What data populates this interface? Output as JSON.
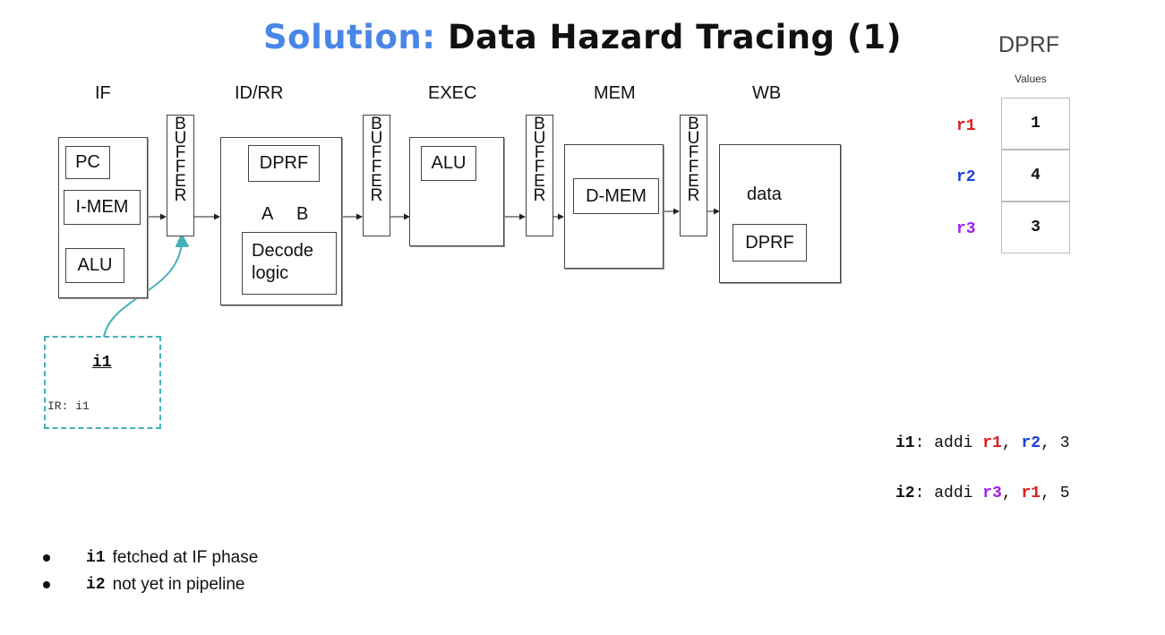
{
  "title": {
    "accent": "Solution:",
    "rest": "Data Hazard Tracing (1)"
  },
  "stages": [
    "IF",
    "ID/RR",
    "EXEC",
    "MEM",
    "WB"
  ],
  "buffer_letters": [
    "B",
    "U",
    "F",
    "F",
    "E",
    "R"
  ],
  "if_stage": {
    "pc": "PC",
    "imem": "I-MEM",
    "alu": "ALU"
  },
  "idrr_stage": {
    "dprf": "DPRF",
    "a": "A",
    "b": "B",
    "decode_line1": "Decode",
    "decode_line2": "logic"
  },
  "exec_stage": {
    "alu": "ALU"
  },
  "mem_stage": {
    "dmem": "D-MEM"
  },
  "wb_stage": {
    "data": "data",
    "dprf": "DPRF"
  },
  "instruction_card": {
    "name": "i1",
    "ir": "IR: i1"
  },
  "dprf_panel": {
    "title": "DPRF",
    "values_label": "Values",
    "registers": [
      {
        "name": "r1",
        "value": "1",
        "color": "#e01b1b"
      },
      {
        "name": "r2",
        "value": "4",
        "color": "#1a3fe0"
      },
      {
        "name": "r3",
        "value": "3",
        "color": "#a020f0"
      }
    ]
  },
  "instructions": [
    {
      "label": "i1",
      "op": "addi",
      "rd": "r1",
      "rs": "r2",
      "imm": "3"
    },
    {
      "label": "i2",
      "op": "addi",
      "rd": "r3",
      "rs": "r1",
      "imm": "5"
    }
  ],
  "bullets": [
    {
      "bold": "i1",
      "text": "fetched at IF phase"
    },
    {
      "bold": "i2",
      "text": "not yet in pipeline"
    }
  ],
  "colors": {
    "accent": "#4a86e8",
    "r1": "#e01b1b",
    "r2": "#1a3fe0",
    "r3": "#a020f0",
    "card_border": "#45b0b8"
  }
}
